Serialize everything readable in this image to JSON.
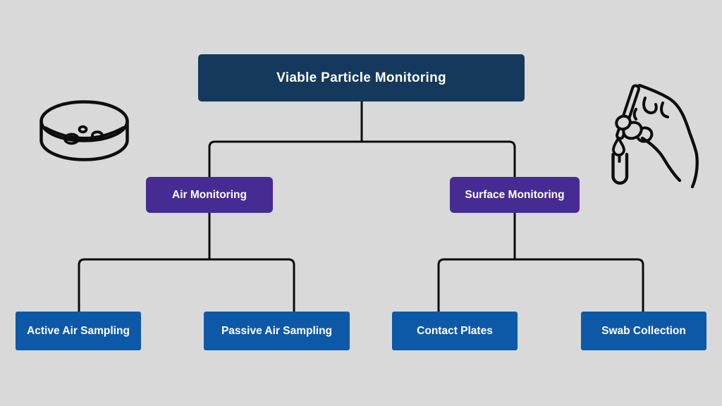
{
  "diagram": {
    "tree": {
      "root": {
        "label": "Viable Particle Monitoring",
        "children": [
          {
            "label": "Air Monitoring",
            "children": [
              {
                "label": "Active Air Sampling"
              },
              {
                "label": "Passive Air Sampling"
              }
            ]
          },
          {
            "label": "Surface Monitoring",
            "children": [
              {
                "label": "Contact Plates"
              },
              {
                "label": "Swab Collection"
              }
            ]
          }
        ]
      }
    },
    "colors": {
      "background": "#d9d9d9",
      "root_box": "#14395c",
      "branch_box": "#462b93",
      "leaf_box": "#0e59a7",
      "connector_line": "#0a0a0a",
      "illustration_line": "#0d0d0d",
      "text": "#ffffff"
    },
    "illustrations": {
      "left": "petri-dish-icon",
      "right": "hand-dropper-test-tube-icon"
    }
  }
}
